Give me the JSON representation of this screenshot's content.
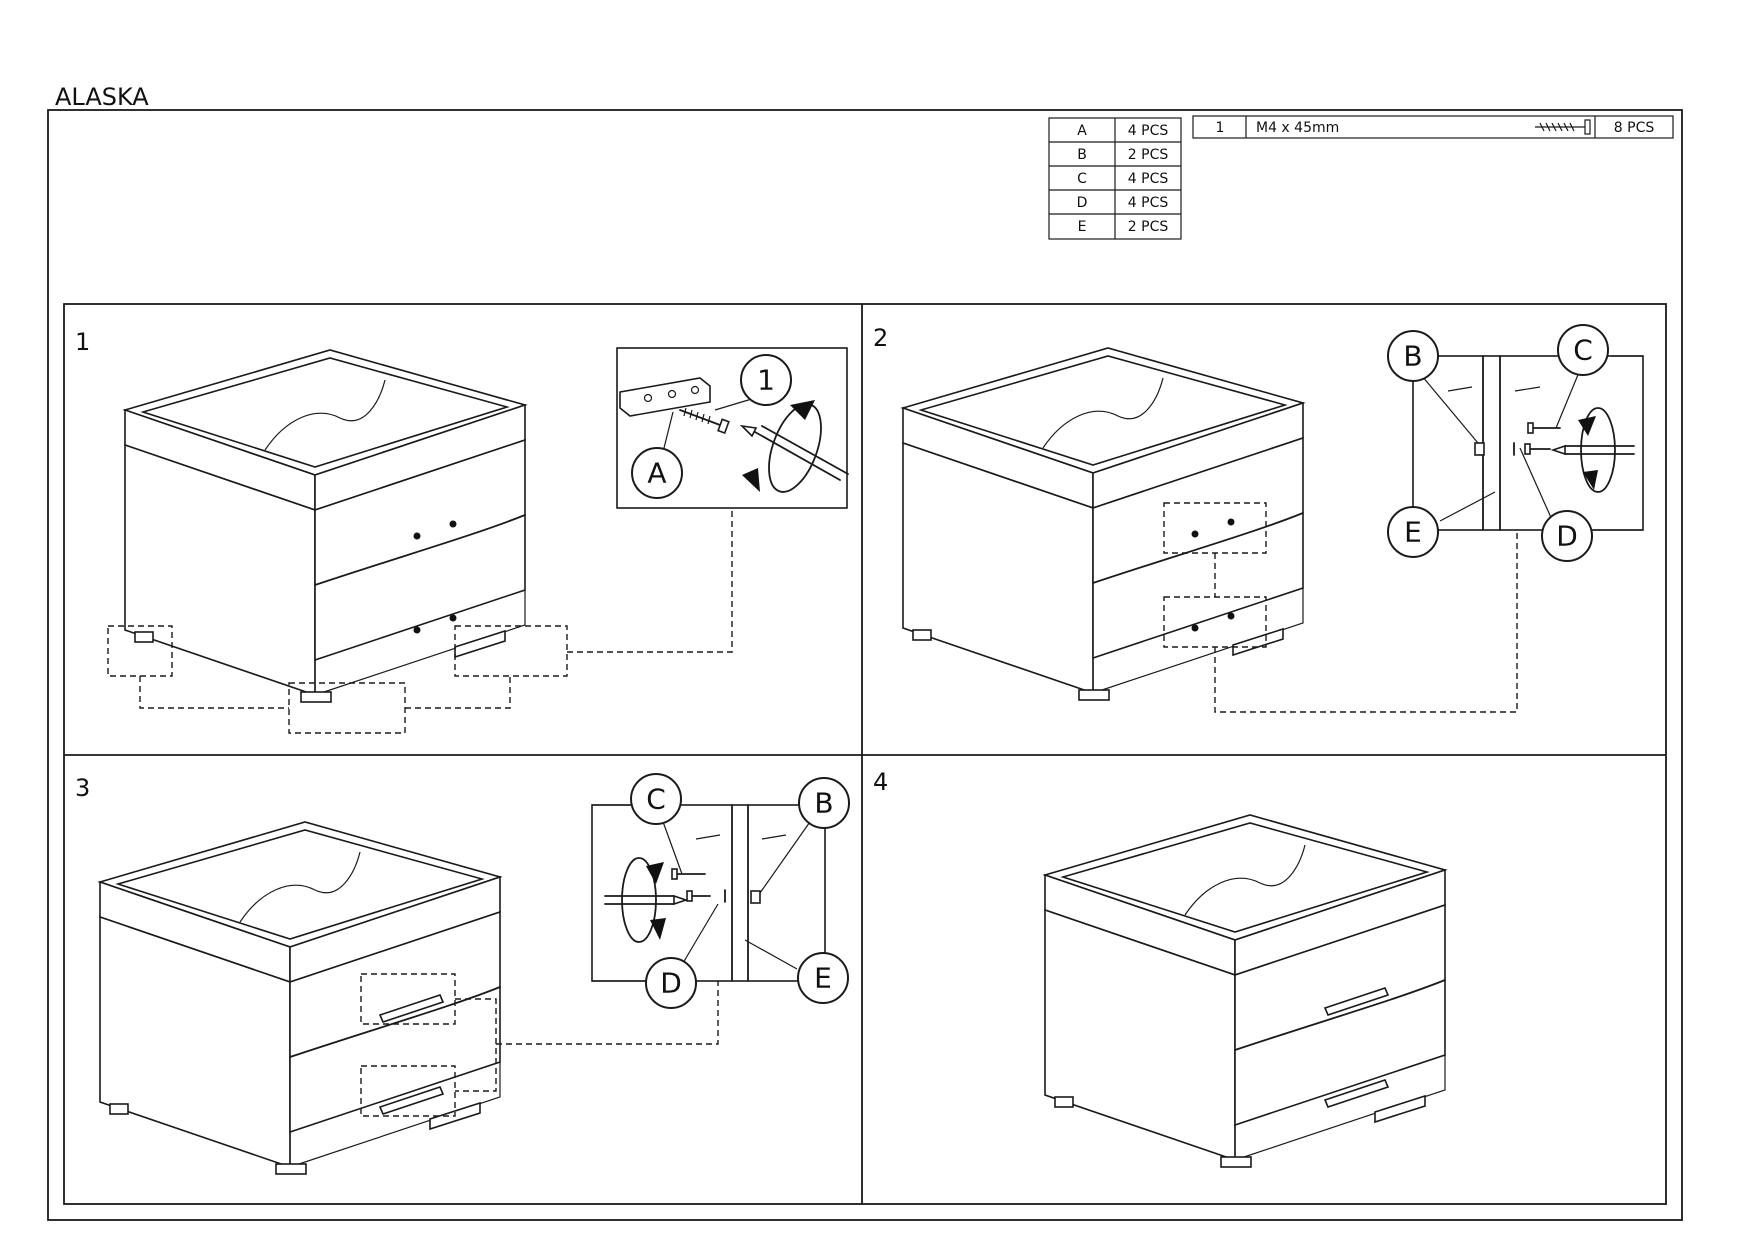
{
  "title": "ALASKA",
  "parts": [
    {
      "letter": "A",
      "qty": "4 PCS"
    },
    {
      "letter": "B",
      "qty": "2 PCS"
    },
    {
      "letter": "C",
      "qty": "4 PCS"
    },
    {
      "letter": "D",
      "qty": "4 PCS"
    },
    {
      "letter": "E",
      "qty": "2 PCS"
    }
  ],
  "screw": {
    "num": "1",
    "size": "M4 x 45mm",
    "qty": "8 PCS"
  },
  "steps": [
    {
      "number": "1",
      "callouts": [
        "1",
        "A"
      ]
    },
    {
      "number": "2",
      "callouts": [
        "B",
        "C",
        "E",
        "D"
      ]
    },
    {
      "number": "3",
      "callouts": [
        "C",
        "B",
        "D",
        "E"
      ]
    },
    {
      "number": "4",
      "callouts": []
    }
  ]
}
